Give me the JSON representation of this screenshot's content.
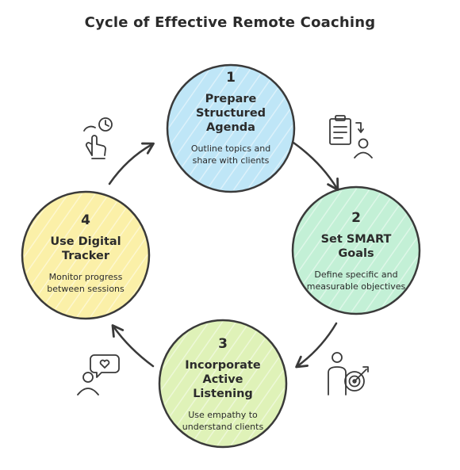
{
  "title": "Cycle of Effective Remote Coaching",
  "steps": [
    {
      "number": "1",
      "heading": [
        "Prepare",
        "Structured",
        "Agenda"
      ],
      "description": [
        "Outline topics and",
        "share with clients"
      ],
      "fill": "#bfe6f7",
      "icon": "checklist-person-icon"
    },
    {
      "number": "2",
      "heading": [
        "Set SMART",
        "Goals"
      ],
      "description": [
        "Define specific and",
        "measurable objectives"
      ],
      "fill": "#c3f0d6",
      "icon": "target-person-icon"
    },
    {
      "number": "3",
      "heading": [
        "Incorporate",
        "Active",
        "Listening"
      ],
      "description": [
        "Use empathy to",
        "understand clients"
      ],
      "fill": "#dff2b8",
      "icon": "empathy-chat-icon"
    },
    {
      "number": "4",
      "heading": [
        "Use Digital",
        "Tracker"
      ],
      "description": [
        "Monitor progress",
        "between sessions"
      ],
      "fill": "#fbf0a8",
      "icon": "touch-clock-icon"
    }
  ],
  "colors": {
    "stroke": "#3a3a3a",
    "text": "#2b2b2b"
  }
}
